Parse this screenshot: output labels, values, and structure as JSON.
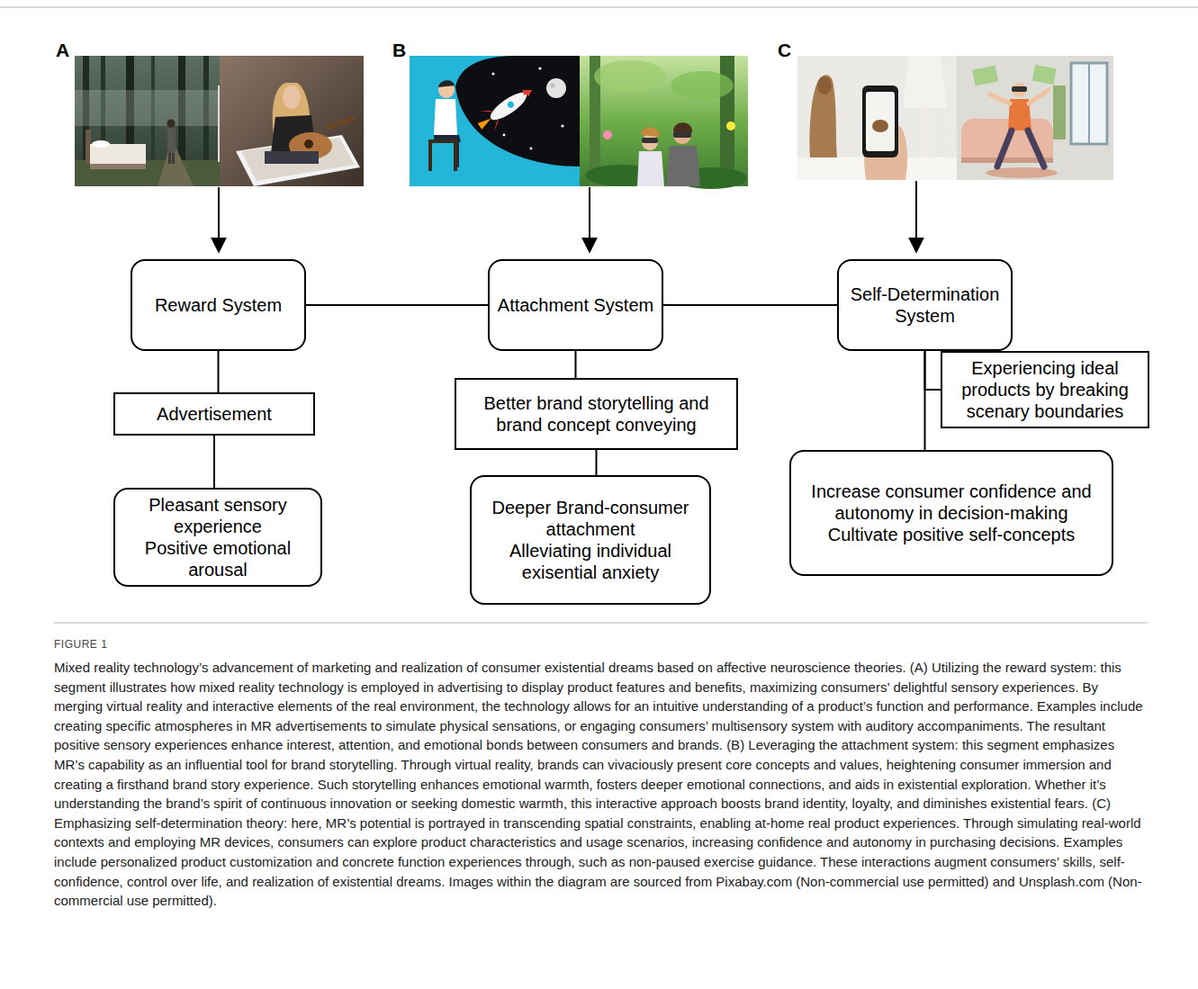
{
  "diagram": {
    "title": "FIGURE 1",
    "caption": "Mixed reality technology’s advancement of marketing and realization of consumer existential dreams based on affective neuroscience theories. (A) Utilizing the reward system: this segment illustrates how mixed reality technology is employed in advertising to display product features and benefits, maximizing consumers’ delightful sensory experiences. By merging virtual reality and interactive elements of the real environment, the technology allows for an intuitive understanding of a product’s function and performance. Examples include creating specific atmospheres in MR advertisements to simulate physical sensations, or engaging consumers’ multisensory system with auditory accompaniments. The resultant positive sensory experiences enhance interest, attention, and emotional bonds between consumers and brands. (B) Leveraging the attachment system: this segment emphasizes MR’s capability as an influential tool for brand storytelling. Through virtual reality, brands can vivaciously present core concepts and values, heightening consumer immersion and creating a firsthand brand story experience. Such storytelling enhances emotional warmth, fosters deeper emotional connections, and aids in existential exploration. Whether it’s understanding the brand’s spirit of continuous innovation or seeking domestic warmth, this interactive approach boosts brand identity, loyalty, and diminishes existential fears. (C) Emphasizing self-determination theory: here, MR’s potential is portrayed in transcending spatial constraints, enabling at-home real product experiences. Through simulating real-world contexts and employing MR devices, consumers can explore product characteristics and usage scenarios, increasing confidence and autonomy in purchasing decisions. Examples include personalized product customization and concrete function experiences through, such as non-paused exercise guidance. These interactions augment consumers’ skills, self-confidence, control over life, and realization of existential dreams. Images within the diagram are sourced from Pixabay.com (Non-commercial use permitted) and Unsplash.com (Non-commercial use permitted).",
    "nodes": [
      {
        "text": [
          "Reward System"
        ]
      },
      {
        "text": [
          "Attachment System"
        ]
      },
      {
        "text": [
          "Self-Determination System"
        ]
      },
      {
        "text": [
          "Advertisement"
        ]
      },
      {
        "text": [
          "Better brand storytelling and brand concept conveying"
        ]
      },
      {
        "text": [
          "Experiencing ideal products by breaking scenary boundaries"
        ]
      },
      {
        "text": [
          "Pleasant sensory experience",
          "Positive emotional arousal"
        ]
      },
      {
        "text": [
          "Deeper Brand-consumer attachment",
          "Alleviating individual exisential anxiety"
        ]
      },
      {
        "text": [
          "Increase consumer confidence and autonomy in decision-making",
          "Cultivate positive self-concepts"
        ]
      }
    ],
    "edges": [
      {
        "from": 0,
        "to": 1,
        "arrow": "none"
      },
      {
        "from": 1,
        "to": 2,
        "arrow": "none"
      },
      {
        "from": 0,
        "to": 3,
        "arrow": "none"
      },
      {
        "from": 3,
        "to": 6,
        "arrow": "none"
      },
      {
        "from": 1,
        "to": 4,
        "arrow": "none"
      },
      {
        "from": 4,
        "to": 7,
        "arrow": "none"
      },
      {
        "from": 2,
        "to": 5,
        "arrow": "none"
      },
      {
        "from": 2,
        "to": 8,
        "arrow": "none"
      }
    ],
    "labels": [
      "A",
      "B",
      "C"
    ]
  }
}
